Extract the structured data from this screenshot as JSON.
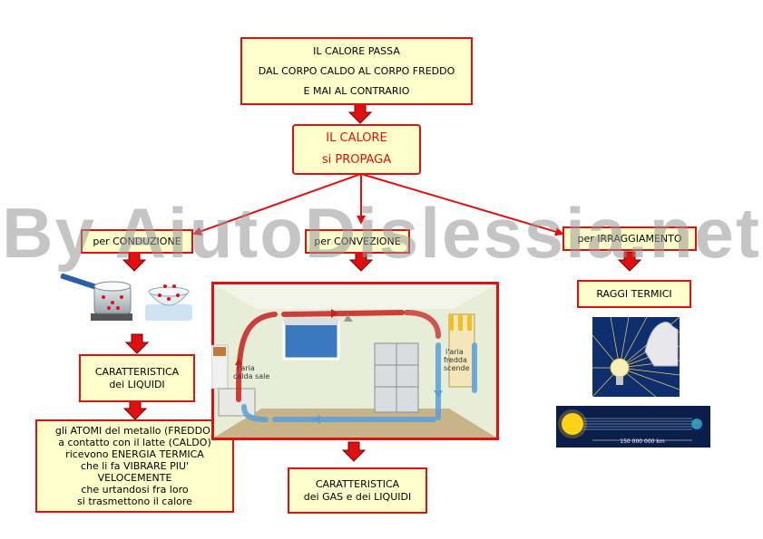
{
  "nodes": {
    "top": [
      "IL CALORE PASSA",
      "DAL CORPO CALDO AL CORPO FREDDO",
      "E MAI AL CONTRARIO"
    ],
    "propaga": [
      "IL CALORE",
      "si PROPAGA"
    ],
    "conduzione": "per CONDUZIONE",
    "convezione": "per CONVEZIONE",
    "irraggiamento": "per IRRAGGIAMENTO",
    "raggi": "RAGGI TERMICI",
    "car_liquidi": [
      "CARATTERISTICA",
      "dei LIQUIDI"
    ],
    "atomi": [
      "gli ATOMI del metallo (FREDDO)",
      "a contatto con il latte (CALDO)",
      "ricevono ENERGIA TERMICA",
      "che li fa VIBRARE PIU'",
      "VELOCEMENTE",
      "che urtandosi fra loro",
      "si trasmettono il calore"
    ],
    "car_gas": [
      "CARATTERISTICA",
      "dei GAS e dei LIQUIDI"
    ]
  },
  "room_labels": {
    "hot_air": [
      "l'aria",
      "calda sale"
    ],
    "cold_air": [
      "l'aria",
      "fredda",
      "scende"
    ]
  },
  "distance_label": "150 000 000 km",
  "watermark": "By AiutoDislessia.net",
  "colors": {
    "border": "#e01010",
    "box_fill": "#ffffcc",
    "arrow": "#e01010",
    "text_red": "#e01010"
  }
}
